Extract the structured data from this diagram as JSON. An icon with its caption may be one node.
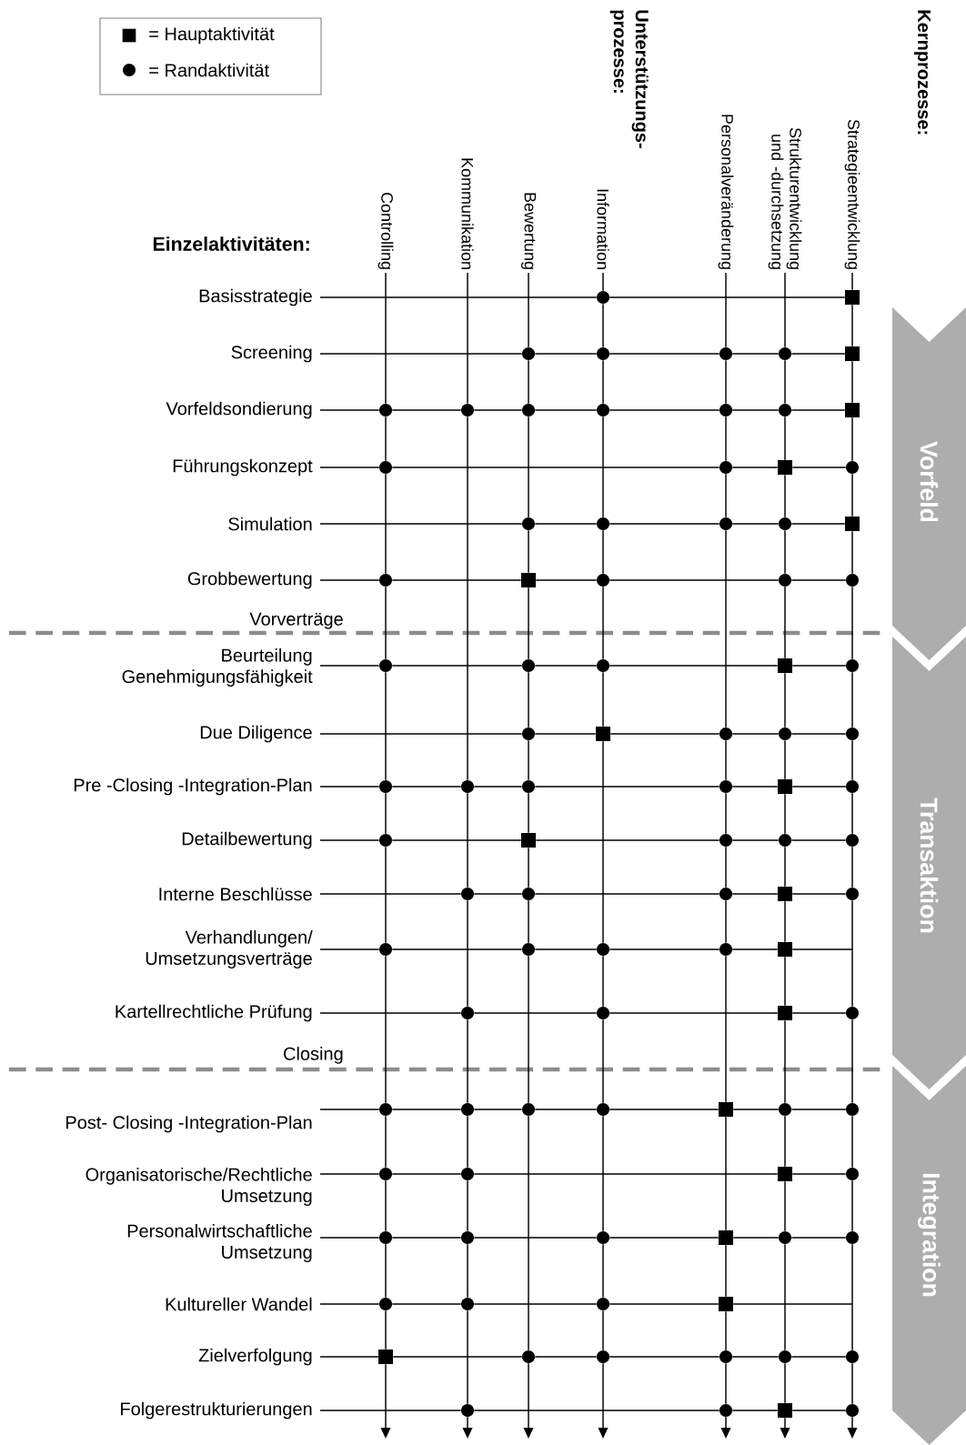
{
  "diagram": {
    "nodes": [
      {
        "text": [
          "Controlling"
        ]
      },
      {
        "text": [
          "Kommunikation"
        ]
      },
      {
        "text": [
          "Bewertung"
        ]
      },
      {
        "text": [
          "Information"
        ]
      },
      {
        "text": [
          "Personalveränderung"
        ]
      },
      {
        "text": [
          "Strukturentwicklung und -durchsetzung"
        ]
      },
      {
        "text": [
          "Strategieentwicklung"
        ]
      },
      {
        "text": [
          "Basisstrategie"
        ]
      },
      {
        "text": [
          "Screening"
        ]
      },
      {
        "text": [
          "Vorfeldsondierung"
        ]
      },
      {
        "text": [
          "Führungskonzept"
        ]
      },
      {
        "text": [
          "Simulation"
        ]
      },
      {
        "text": [
          "Grobbewertung"
        ]
      },
      {
        "text": [
          "Beurteilung Genehmigungsfähigkeit"
        ]
      },
      {
        "text": [
          "Due Diligence"
        ]
      },
      {
        "text": [
          "Pre -Closing -Integration-Plan"
        ]
      },
      {
        "text": [
          "Detailbewertung"
        ]
      },
      {
        "text": [
          "Interne Beschlüsse"
        ]
      },
      {
        "text": [
          "Verhandlungen/ Umsetzungsverträge"
        ]
      },
      {
        "text": [
          "Kartellrechtliche Prüfung"
        ]
      },
      {
        "text": [
          "Post- Closing -Integration-Plan"
        ]
      },
      {
        "text": [
          "Organisatorische/Rechtliche Umsetzung"
        ]
      },
      {
        "text": [
          "Personalwirtschaftliche Umsetzung"
        ]
      },
      {
        "text": [
          "Kultureller Wandel"
        ]
      },
      {
        "text": [
          "Zielverfolgung"
        ]
      },
      {
        "text": [
          "Folgerestrukturierungen"
        ]
      },
      {
        "text": [
          "Vorfeld"
        ]
      },
      {
        "text": [
          "Transaktion"
        ]
      },
      {
        "text": [
          "Integration"
        ]
      },
      {
        "text": [],
        "shape": "circle"
      },
      {
        "text": [],
        "shape": "box"
      },
      {
        "text": [],
        "shape": "circle"
      },
      {
        "text": [],
        "shape": "circle"
      },
      {
        "text": [],
        "shape": "circle"
      },
      {
        "text": [],
        "shape": "circle"
      },
      {
        "text": [],
        "shape": "box"
      },
      {
        "text": [],
        "shape": "circle"
      },
      {
        "text": [],
        "shape": "circle"
      },
      {
        "text": [],
        "shape": "circle"
      },
      {
        "text": [],
        "shape": "circle"
      },
      {
        "text": [],
        "shape": "circle"
      },
      {
        "text": [],
        "shape": "circle"
      },
      {
        "text": [],
        "shape": "box"
      },
      {
        "text": [],
        "shape": "circle"
      },
      {
        "text": [],
        "shape": "circle"
      },
      {
        "text": [],
        "shape": "box"
      },
      {
        "text": [],
        "shape": "circle"
      },
      {
        "text": [],
        "shape": "circle"
      },
      {
        "text": [],
        "shape": "circle"
      },
      {
        "text": [],
        "shape": "circle"
      },
      {
        "text": [],
        "shape": "circle"
      },
      {
        "text": [],
        "shape": "box"
      },
      {
        "text": [],
        "shape": "circle"
      },
      {
        "text": [],
        "shape": "box"
      },
      {
        "text": [],
        "shape": "circle"
      },
      {
        "text": [],
        "shape": "circle"
      },
      {
        "text": [],
        "shape": "circle"
      },
      {
        "text": [],
        "shape": "circle"
      },
      {
        "text": [],
        "shape": "circle"
      },
      {
        "text": [],
        "shape": "circle"
      },
      {
        "text": [],
        "shape": "box"
      },
      {
        "text": [],
        "shape": "circle"
      },
      {
        "text": [],
        "shape": "circle"
      },
      {
        "text": [],
        "shape": "box"
      },
      {
        "text": [],
        "shape": "circle"
      },
      {
        "text": [],
        "shape": "circle"
      },
      {
        "text": [],
        "shape": "circle"
      },
      {
        "text": [],
        "shape": "circle"
      },
      {
        "text": [],
        "shape": "circle"
      },
      {
        "text": [],
        "shape": "circle"
      },
      {
        "text": [],
        "shape": "circle"
      },
      {
        "text": [],
        "shape": "box"
      },
      {
        "text": [],
        "shape": "circle"
      },
      {
        "text": [],
        "shape": "circle"
      },
      {
        "text": [],
        "shape": "box"
      },
      {
        "text": [],
        "shape": "circle"
      },
      {
        "text": [],
        "shape": "circle"
      },
      {
        "text": [],
        "shape": "circle"
      },
      {
        "text": [],
        "shape": "circle"
      },
      {
        "text": [],
        "shape": "circle"
      },
      {
        "text": [],
        "shape": "circle"
      },
      {
        "text": [],
        "shape": "box"
      },
      {
        "text": [],
        "shape": "circle"
      },
      {
        "text": [],
        "shape": "circle"
      },
      {
        "text": [],
        "shape": "circle"
      },
      {
        "text": [],
        "shape": "circle"
      },
      {
        "text": [],
        "shape": "circle"
      },
      {
        "text": [],
        "shape": "box"
      },
      {
        "text": [],
        "shape": "circle"
      },
      {
        "text": [],
        "shape": "circle"
      },
      {
        "text": [],
        "shape": "box"
      },
      {
        "text": [],
        "shape": "circle"
      },
      {
        "text": [],
        "shape": "circle"
      },
      {
        "text": [],
        "shape": "circle"
      },
      {
        "text": [],
        "shape": "circle"
      },
      {
        "text": [],
        "shape": "circle"
      },
      {
        "text": [],
        "shape": "box"
      },
      {
        "text": [],
        "shape": "circle"
      },
      {
        "text": [],
        "shape": "circle"
      },
      {
        "text": [],
        "shape": "circle"
      },
      {
        "text": [],
        "shape": "circle"
      },
      {
        "text": [],
        "shape": "box"
      },
      {
        "text": [],
        "shape": "circle"
      },
      {
        "text": [],
        "shape": "circle"
      },
      {
        "text": [],
        "shape": "circle"
      },
      {
        "text": [],
        "shape": "circle"
      },
      {
        "text": [],
        "shape": "box"
      },
      {
        "text": [],
        "shape": "circle"
      },
      {
        "text": [],
        "shape": "circle"
      },
      {
        "text": [],
        "shape": "circle"
      },
      {
        "text": [],
        "shape": "circle"
      },
      {
        "text": [],
        "shape": "circle"
      },
      {
        "text": [],
        "shape": "box"
      },
      {
        "text": [],
        "shape": "box"
      },
      {
        "text": [],
        "shape": "circle"
      },
      {
        "text": [],
        "shape": "circle"
      },
      {
        "text": [],
        "shape": "circle"
      },
      {
        "text": [],
        "shape": "circle"
      },
      {
        "text": [],
        "shape": "circle"
      },
      {
        "text": [],
        "shape": "circle"
      },
      {
        "text": [],
        "shape": "circle"
      },
      {
        "text": [],
        "shape": "box"
      },
      {
        "text": [],
        "shape": "circle"
      }
    ],
    "edges": [
      {
        "from": 7,
        "to": 29,
        "arrow": "none"
      },
      {
        "from": 29,
        "to": 30,
        "arrow": "none"
      },
      {
        "from": 8,
        "to": 31,
        "arrow": "none"
      },
      {
        "from": 31,
        "to": 32,
        "arrow": "none"
      },
      {
        "from": 32,
        "to": 33,
        "arrow": "none"
      },
      {
        "from": 33,
        "to": 34,
        "arrow": "none"
      },
      {
        "from": 34,
        "to": 35,
        "arrow": "none"
      },
      {
        "from": 9,
        "to": 36,
        "arrow": "none"
      },
      {
        "from": 36,
        "to": 37,
        "arrow": "none"
      },
      {
        "from": 37,
        "to": 38,
        "arrow": "none"
      },
      {
        "from": 38,
        "to": 39,
        "arrow": "none"
      },
      {
        "from": 39,
        "to": 40,
        "arrow": "none"
      },
      {
        "from": 40,
        "to": 41,
        "arrow": "none"
      },
      {
        "from": 41,
        "to": 42,
        "arrow": "none"
      },
      {
        "from": 10,
        "to": 43,
        "arrow": "none"
      },
      {
        "from": 43,
        "to": 44,
        "arrow": "none"
      },
      {
        "from": 44,
        "to": 45,
        "arrow": "none"
      },
      {
        "from": 45,
        "to": 46,
        "arrow": "none"
      },
      {
        "from": 11,
        "to": 47,
        "arrow": "none"
      },
      {
        "from": 47,
        "to": 48,
        "arrow": "none"
      },
      {
        "from": 48,
        "to": 49,
        "arrow": "none"
      },
      {
        "from": 49,
        "to": 50,
        "arrow": "none"
      },
      {
        "from": 50,
        "to": 51,
        "arrow": "none"
      },
      {
        "from": 12,
        "to": 52,
        "arrow": "none"
      },
      {
        "from": 52,
        "to": 53,
        "arrow": "none"
      },
      {
        "from": 53,
        "to": 54,
        "arrow": "none"
      },
      {
        "from": 54,
        "to": 55,
        "arrow": "none"
      },
      {
        "from": 55,
        "to": 56,
        "arrow": "none"
      },
      {
        "from": 13,
        "to": 57,
        "arrow": "none"
      },
      {
        "from": 57,
        "to": 58,
        "arrow": "none"
      },
      {
        "from": 58,
        "to": 59,
        "arrow": "none"
      },
      {
        "from": 59,
        "to": 60,
        "arrow": "none"
      },
      {
        "from": 60,
        "to": 61,
        "arrow": "none"
      },
      {
        "from": 14,
        "to": 62,
        "arrow": "none"
      },
      {
        "from": 62,
        "to": 63,
        "arrow": "none"
      },
      {
        "from": 63,
        "to": 64,
        "arrow": "none"
      },
      {
        "from": 64,
        "to": 65,
        "arrow": "none"
      },
      {
        "from": 65,
        "to": 66,
        "arrow": "none"
      },
      {
        "from": 15,
        "to": 67,
        "arrow": "none"
      },
      {
        "from": 67,
        "to": 68,
        "arrow": "none"
      },
      {
        "from": 68,
        "to": 69,
        "arrow": "none"
      },
      {
        "from": 69,
        "to": 70,
        "arrow": "none"
      },
      {
        "from": 70,
        "to": 71,
        "arrow": "none"
      },
      {
        "from": 71,
        "to": 72,
        "arrow": "none"
      },
      {
        "from": 16,
        "to": 73,
        "arrow": "none"
      },
      {
        "from": 73,
        "to": 74,
        "arrow": "none"
      },
      {
        "from": 74,
        "to": 75,
        "arrow": "none"
      },
      {
        "from": 75,
        "to": 76,
        "arrow": "none"
      },
      {
        "from": 76,
        "to": 77,
        "arrow": "none"
      },
      {
        "from": 17,
        "to": 78,
        "arrow": "none"
      },
      {
        "from": 78,
        "to": 79,
        "arrow": "none"
      },
      {
        "from": 79,
        "to": 80,
        "arrow": "none"
      },
      {
        "from": 80,
        "to": 81,
        "arrow": "none"
      },
      {
        "from": 81,
        "to": 82,
        "arrow": "none"
      },
      {
        "from": 18,
        "to": 83,
        "arrow": "none"
      },
      {
        "from": 83,
        "to": 84,
        "arrow": "none"
      },
      {
        "from": 84,
        "to": 85,
        "arrow": "none"
      },
      {
        "from": 85,
        "to": 86,
        "arrow": "none"
      },
      {
        "from": 86,
        "to": 87,
        "arrow": "none"
      },
      {
        "from": 87,
        "to": null,
        "arrow": "none"
      },
      {
        "from": 19,
        "to": 88,
        "arrow": "none"
      },
      {
        "from": 88,
        "to": 89,
        "arrow": "none"
      },
      {
        "from": 89,
        "to": 90,
        "arrow": "none"
      },
      {
        "from": 90,
        "to": 91,
        "arrow": "none"
      },
      {
        "from": 20,
        "to": 92,
        "arrow": "none"
      },
      {
        "from": 92,
        "to": 93,
        "arrow": "none"
      },
      {
        "from": 93,
        "to": 94,
        "arrow": "none"
      },
      {
        "from": 94,
        "to": 95,
        "arrow": "none"
      },
      {
        "from": 95,
        "to": 96,
        "arrow": "none"
      },
      {
        "from": 96,
        "to": 97,
        "arrow": "none"
      },
      {
        "from": 97,
        "to": 98,
        "arrow": "none"
      },
      {
        "from": 21,
        "to": 99,
        "arrow": "none"
      },
      {
        "from": 99,
        "to": 100,
        "arrow": "none"
      },
      {
        "from": 100,
        "to": 101,
        "arrow": "none"
      },
      {
        "from": 101,
        "to": 102,
        "arrow": "none"
      },
      {
        "from": 22,
        "to": 103,
        "arrow": "none"
      },
      {
        "from": 103,
        "to": 104,
        "arrow": "none"
      },
      {
        "from": 104,
        "to": 105,
        "arrow": "none"
      },
      {
        "from": 105,
        "to": 106,
        "arrow": "none"
      },
      {
        "from": 106,
        "to": 107,
        "arrow": "none"
      },
      {
        "from": 107,
        "to": 108,
        "arrow": "none"
      },
      {
        "from": 23,
        "to": 109,
        "arrow": "none"
      },
      {
        "from": 109,
        "to": 110,
        "arrow": "none"
      },
      {
        "from": 110,
        "to": 111,
        "arrow": "none"
      },
      {
        "from": 111,
        "to": 112,
        "arrow": "none"
      },
      {
        "from": 112,
        "to": null,
        "arrow": "none"
      },
      {
        "from": 24,
        "to": 113,
        "arrow": "none"
      },
      {
        "from": 113,
        "to": 114,
        "arrow": "none"
      },
      {
        "from": 114,
        "to": 115,
        "arrow": "none"
      },
      {
        "from": 115,
        "to": 116,
        "arrow": "none"
      },
      {
        "from": 116,
        "to": 117,
        "arrow": "none"
      },
      {
        "from": 117,
        "to": 118,
        "arrow": "none"
      },
      {
        "from": 25,
        "to": 119,
        "arrow": "none"
      },
      {
        "from": 119,
        "to": 120,
        "arrow": "none"
      },
      {
        "from": 120,
        "to": 121,
        "arrow": "none"
      },
      {
        "from": 121,
        "to": 122,
        "arrow": "none"
      },
      {
        "from": 0,
        "to": 36,
        "arrow": "none"
      },
      {
        "from": 36,
        "to": 43,
        "arrow": "none"
      },
      {
        "from": 43,
        "to": 52,
        "arrow": "none"
      },
      {
        "from": 52,
        "to": 57,
        "arrow": "none"
      },
      {
        "from": 57,
        "to": 67,
        "arrow": "none"
      },
      {
        "from": 67,
        "to": 73,
        "arrow": "none"
      },
      {
        "from": 73,
        "to": 83,
        "arrow": "none"
      },
      {
        "from": 83,
        "to": 92,
        "arrow": "none"
      },
      {
        "from": 92,
        "to": 99,
        "arrow": "none"
      },
      {
        "from": 99,
        "to": 103,
        "arrow": "none"
      },
      {
        "from": 103,
        "to": 109,
        "arrow": "none"
      },
      {
        "from": 109,
        "to": 113,
        "arrow": "none"
      },
      {
        "from": 113,
        "to": null,
        "arrow": "to"
      },
      {
        "from": 1,
        "to": 37,
        "arrow": "none"
      },
      {
        "from": 37,
        "to": 68,
        "arrow": "none"
      },
      {
        "from": 68,
        "to": 78,
        "arrow": "none"
      },
      {
        "from": 78,
        "to": 88,
        "arrow": "none"
      },
      {
        "from": 88,
        "to": 93,
        "arrow": "none"
      },
      {
        "from": 93,
        "to": 100,
        "arrow": "none"
      },
      {
        "from": 100,
        "to": 104,
        "arrow": "none"
      },
      {
        "from": 104,
        "to": 110,
        "arrow": "none"
      },
      {
        "from": 110,
        "to": 119,
        "arrow": "none"
      },
      {
        "from": 119,
        "to": null,
        "arrow": "to"
      },
      {
        "from": 2,
        "to": 31,
        "arrow": "none"
      },
      {
        "from": 31,
        "to": 38,
        "arrow": "none"
      },
      {
        "from": 38,
        "to": 47,
        "arrow": "none"
      },
      {
        "from": 47,
        "to": 53,
        "arrow": "none"
      },
      {
        "from": 53,
        "to": 58,
        "arrow": "none"
      },
      {
        "from": 58,
        "to": 62,
        "arrow": "none"
      },
      {
        "from": 62,
        "to": 69,
        "arrow": "none"
      },
      {
        "from": 69,
        "to": 74,
        "arrow": "none"
      },
      {
        "from": 74,
        "to": 79,
        "arrow": "none"
      },
      {
        "from": 79,
        "to": 84,
        "arrow": "none"
      },
      {
        "from": 84,
        "to": 94,
        "arrow": "none"
      },
      {
        "from": 94,
        "to": 114,
        "arrow": "none"
      },
      {
        "from": 114,
        "to": null,
        "arrow": "to"
      },
      {
        "from": 3,
        "to": 29,
        "arrow": "none"
      },
      {
        "from": 29,
        "to": 32,
        "arrow": "none"
      },
      {
        "from": 32,
        "to": 39,
        "arrow": "none"
      },
      {
        "from": 39,
        "to": 48,
        "arrow": "none"
      },
      {
        "from": 48,
        "to": 54,
        "arrow": "none"
      },
      {
        "from": 54,
        "to": 59,
        "arrow": "none"
      },
      {
        "from": 59,
        "to": 63,
        "arrow": "none"
      },
      {
        "from": 63,
        "to": 85,
        "arrow": "none"
      },
      {
        "from": 85,
        "to": 89,
        "arrow": "none"
      },
      {
        "from": 89,
        "to": 95,
        "arrow": "none"
      },
      {
        "from": 95,
        "to": 105,
        "arrow": "none"
      },
      {
        "from": 105,
        "to": 111,
        "arrow": "none"
      },
      {
        "from": 111,
        "to": 115,
        "arrow": "none"
      },
      {
        "from": 115,
        "to": null,
        "arrow": "to"
      },
      {
        "from": 4,
        "to": 33,
        "arrow": "none"
      },
      {
        "from": 33,
        "to": 40,
        "arrow": "none"
      },
      {
        "from": 40,
        "to": 44,
        "arrow": "none"
      },
      {
        "from": 44,
        "to": 49,
        "arrow": "none"
      },
      {
        "from": 49,
        "to": 64,
        "arrow": "none"
      },
      {
        "from": 64,
        "to": 70,
        "arrow": "none"
      },
      {
        "from": 70,
        "to": 75,
        "arrow": "none"
      },
      {
        "from": 75,
        "to": 80,
        "arrow": "none"
      },
      {
        "from": 80,
        "to": 86,
        "arrow": "none"
      },
      {
        "from": 86,
        "to": 96,
        "arrow": "none"
      },
      {
        "from": 96,
        "to": 106,
        "arrow": "none"
      },
      {
        "from": 106,
        "to": 112,
        "arrow": "none"
      },
      {
        "from": 112,
        "to": 116,
        "arrow": "none"
      },
      {
        "from": 116,
        "to": 120,
        "arrow": "none"
      },
      {
        "from": 120,
        "to": null,
        "arrow": "to"
      },
      {
        "from": 5,
        "to": 34,
        "arrow": "none"
      },
      {
        "from": 34,
        "to": 41,
        "arrow": "none"
      },
      {
        "from": 41,
        "to": 45,
        "arrow": "none"
      },
      {
        "from": 45,
        "to": 50,
        "arrow": "none"
      },
      {
        "from": 50,
        "to": 55,
        "arrow": "none"
      },
      {
        "from": 55,
        "to": 60,
        "arrow": "none"
      },
      {
        "from": 60,
        "to": 65,
        "arrow": "none"
      },
      {
        "from": 65,
        "to": 71,
        "arrow": "none"
      },
      {
        "from": 71,
        "to": 76,
        "arrow": "none"
      },
      {
        "from": 76,
        "to": 81,
        "arrow": "none"
      },
      {
        "from": 81,
        "to": 87,
        "arrow": "none"
      },
      {
        "from": 87,
        "to": 90,
        "arrow": "none"
      },
      {
        "from": 90,
        "to": 97,
        "arrow": "none"
      },
      {
        "from": 97,
        "to": 101,
        "arrow": "none"
      },
      {
        "from": 101,
        "to": 107,
        "arrow": "none"
      },
      {
        "from": 107,
        "to": 117,
        "arrow": "none"
      },
      {
        "from": 117,
        "to": 121,
        "arrow": "none"
      },
      {
        "from": 121,
        "to": null,
        "arrow": "to"
      },
      {
        "from": 6,
        "to": 30,
        "arrow": "none"
      },
      {
        "from": 30,
        "to": 35,
        "arrow": "none"
      },
      {
        "from": 35,
        "to": 42,
        "arrow": "none"
      },
      {
        "from": 42,
        "to": 46,
        "arrow": "none"
      },
      {
        "from": 46,
        "to": 51,
        "arrow": "none"
      },
      {
        "from": 51,
        "to": 56,
        "arrow": "none"
      },
      {
        "from": 56,
        "to": 61,
        "arrow": "none"
      },
      {
        "from": 61,
        "to": 66,
        "arrow": "none"
      },
      {
        "from": 66,
        "to": 72,
        "arrow": "none"
      },
      {
        "from": 72,
        "to": 77,
        "arrow": "none"
      },
      {
        "from": 77,
        "to": 82,
        "arrow": "none"
      },
      {
        "from": 82,
        "to": 91,
        "arrow": "none"
      },
      {
        "from": 91,
        "to": 98,
        "arrow": "none"
      },
      {
        "from": 98,
        "to": 102,
        "arrow": "none"
      },
      {
        "from": 102,
        "to": 108,
        "arrow": "none"
      },
      {
        "from": 108,
        "to": 118,
        "arrow": "none"
      },
      {
        "from": 118,
        "to": 122,
        "arrow": "none"
      },
      {
        "from": 122,
        "to": null,
        "arrow": "to"
      }
    ],
    "labels": [
      "Kernprozesse:",
      "Unterstützungs- prozesse:",
      "Einzelaktivitäten:",
      "Vorverträge",
      "Closing"
    ],
    "legend": [
      {
        "text": "= Hauptaktivität"
      },
      {
        "text": "= Randaktivität"
      }
    ]
  }
}
